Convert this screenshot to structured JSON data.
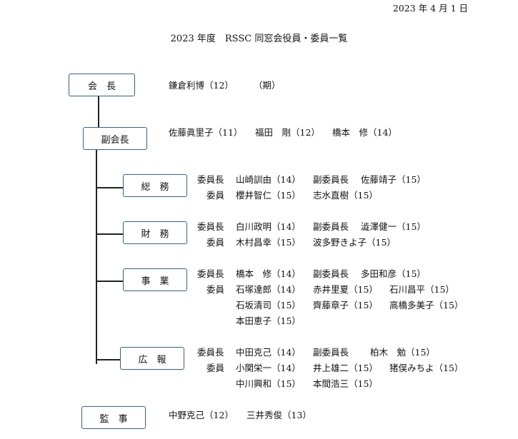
{
  "date": "2023 年 4 月 1 日",
  "title": "2023 年度　RSSC 同窓会役員・委員一覧",
  "president": {
    "label": "会　長",
    "names": "鎌倉利博（12）",
    "note": "（期）"
  },
  "vice_president": {
    "label": "副会長",
    "names": [
      "佐藤眞里子（11）",
      "福田　剛（12）",
      "橋本　修（14）"
    ]
  },
  "committees": {
    "general": {
      "label": "総　務",
      "rows": [
        [
          "委員長",
          "山崎訓由（14）",
          "副委員長",
          "佐藤靖子（15）"
        ],
        [
          "委員",
          "櫻井智仁（15）",
          "志水直樹（15）"
        ]
      ]
    },
    "finance": {
      "label": "財　務",
      "rows": [
        [
          "委員長",
          "白川政明（14）",
          "副委員長",
          "澁澤健一（15）"
        ],
        [
          "委員",
          "木村昌幸（15）",
          "波多野きよ子（15）"
        ]
      ]
    },
    "business": {
      "label": "事　業",
      "rows": [
        [
          "委員長",
          "橋本　修（14）",
          "副委員長",
          "多田和彦（15）"
        ],
        [
          "委員",
          "石塚達郎（14）",
          "赤井里夏（15）",
          "石川昌平（15）"
        ],
        [
          "石坂清司（15）",
          "齊藤章子（15）",
          "高橋多美子（15）"
        ],
        [
          "本田恵子（15）"
        ]
      ]
    },
    "pr": {
      "label": "広　報",
      "rows": [
        [
          "委員長",
          "中田克己（14）",
          "副委員長",
          "柏木　勉（15）"
        ],
        [
          "委員",
          "小関栄一（14）",
          "井上雄二（15）",
          "猪俣みちよ（15）"
        ],
        [
          "中川興和（15）",
          "本間浩三（15）"
        ]
      ]
    }
  },
  "auditor": {
    "label": "監　事",
    "names": [
      "中野克己（12）",
      "三井秀俊（13）"
    ]
  }
}
